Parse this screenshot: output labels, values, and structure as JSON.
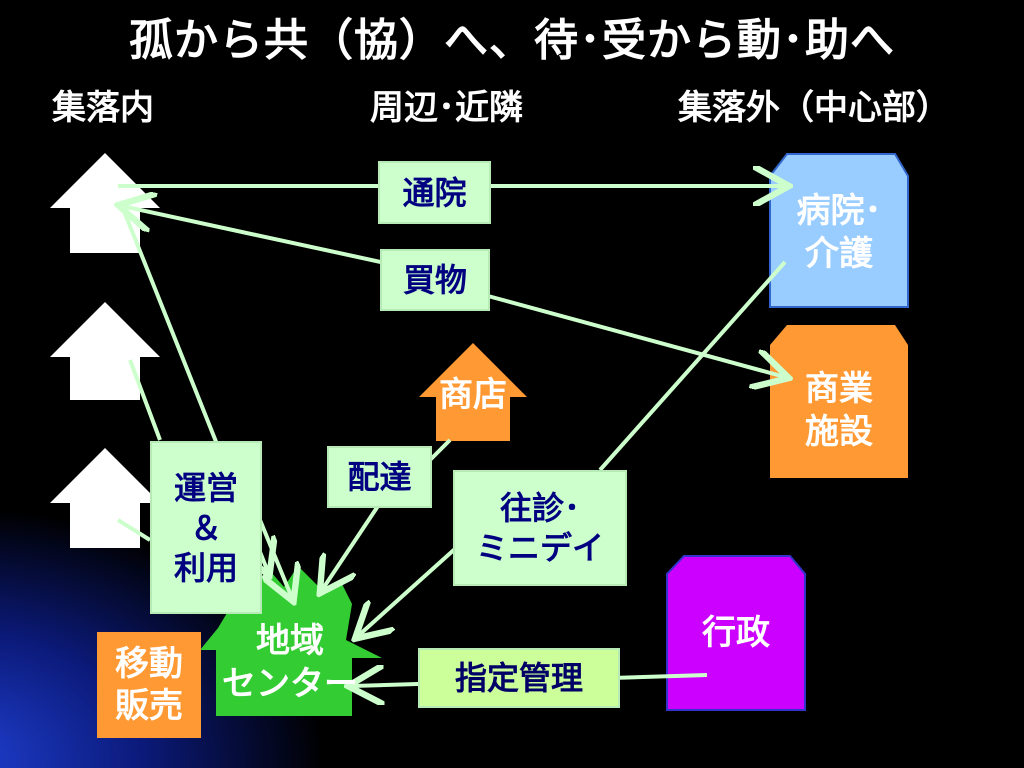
{
  "title": "孤から共（協）へ、待･受から動･助へ",
  "columns": {
    "inside": "集落内",
    "around": "周辺･近隣",
    "outside": "集落外（中心部）"
  },
  "nodes": {
    "hospital": "病院･\n介護",
    "commerce": "商業\n施設",
    "shop": "商店",
    "government": "行政",
    "center": "地域\nセンター"
  },
  "labels": {
    "tsuuin": "通院",
    "kaimono": "買物",
    "haitatsu": "配達",
    "unei": "運営\n＆\n利用",
    "oushin": "往診･\nミニデイ",
    "idou": "移動\n販売",
    "shitei": "指定管理"
  },
  "colors": {
    "arrow": "#ccffcc",
    "hospital": "#99ccff",
    "commerce": "#ff9933",
    "government": "#cc00ff",
    "center": "#33cc33",
    "house": "#ffffff"
  }
}
